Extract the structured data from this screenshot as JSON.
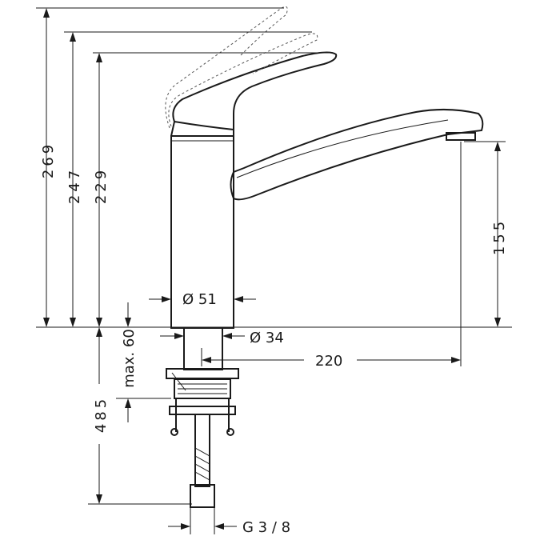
{
  "drawing": {
    "subject": "single-lever kitchen mixer",
    "dimensions": {
      "height_lever_max": "269",
      "height_lever_mid": "247",
      "height_lever_closed": "229",
      "spout_height": "155",
      "body_diameter": "Ø 51",
      "shank_diameter": "Ø 34",
      "spout_reach": "220",
      "max_deck_thickness": "max. 60",
      "hose_length": "485",
      "connection_thread": "G 3 / 8"
    }
  }
}
